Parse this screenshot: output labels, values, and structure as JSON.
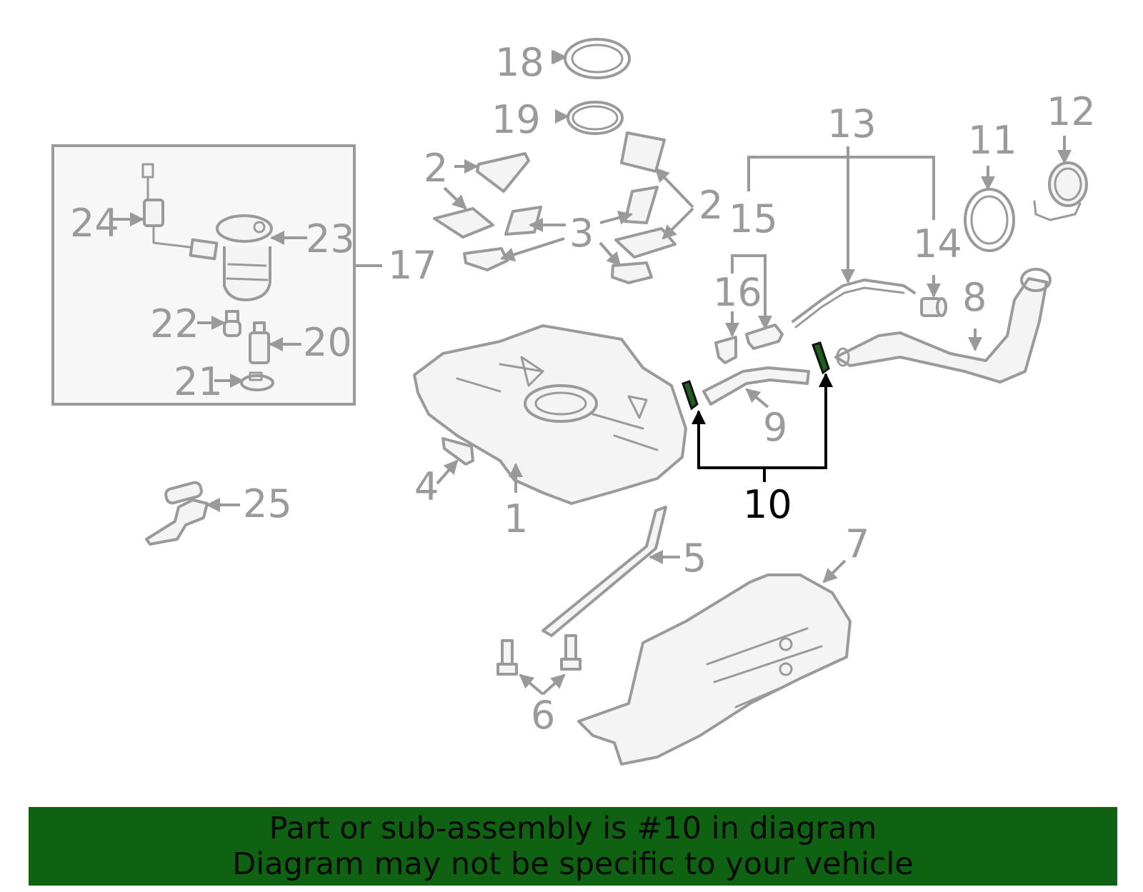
{
  "colors": {
    "parts": "#9a9a9a",
    "highlight": "#1f5e1f",
    "banner": "#0f6212",
    "active": "#000000"
  },
  "highlighted_part": "10",
  "callouts": {
    "c1": "1",
    "c2a": "2",
    "c2b": "2",
    "c3": "3",
    "c4": "4",
    "c5": "5",
    "c6": "6",
    "c7": "7",
    "c8": "8",
    "c9": "9",
    "c10": "10",
    "c11": "11",
    "c12": "12",
    "c13": "13",
    "c14": "14",
    "c15": "15",
    "c16": "16",
    "c17": "17",
    "c18": "18",
    "c19": "19",
    "c20": "20",
    "c21": "21",
    "c22": "22",
    "c23": "23",
    "c24": "24",
    "c25": "25"
  },
  "banner": {
    "line1": "Part or sub-assembly is #10 in diagram",
    "line2": "Diagram may not be specific to your vehicle"
  }
}
